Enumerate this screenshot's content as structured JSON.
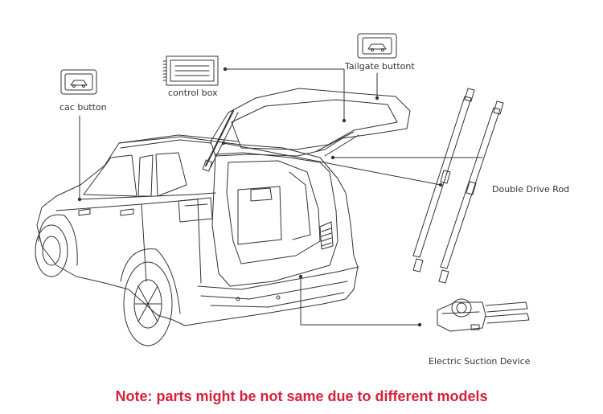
{
  "labels": {
    "cac_button": "cac button",
    "control_box": "control box",
    "tailgate_button": "Tailgate buttont",
    "double_drive_rod": "Double Drive Rod",
    "electric_suction": "Electric Suction Device"
  },
  "note": "Note: parts might be not same due to different models",
  "colors": {
    "line": "#333333",
    "note": "#d6223a"
  },
  "icons": [
    "car-button-icon",
    "control-box-icon",
    "tailgate-button-icon",
    "drive-rod-icon",
    "suction-device-icon"
  ]
}
